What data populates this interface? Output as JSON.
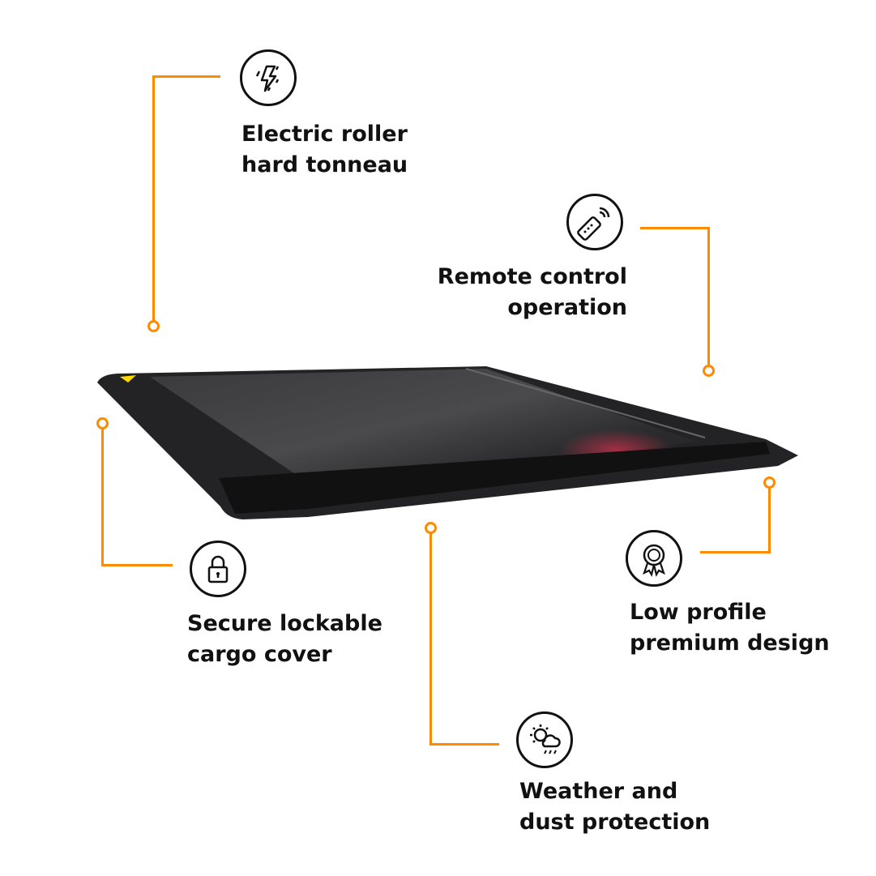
{
  "accent_color": "#FF8A00",
  "features": [
    {
      "icon": "lightning-icon",
      "line1": "Electric roller",
      "line2": "hard tonneau"
    },
    {
      "icon": "remote-control-icon",
      "line1": "Remote control",
      "line2": "operation"
    },
    {
      "icon": "padlock-icon",
      "line1": "Secure lockable",
      "line2": "cargo cover"
    },
    {
      "icon": "award-ribbon-icon",
      "line1": "Low profile",
      "line2": "premium design"
    },
    {
      "icon": "weather-icon",
      "line1": "Weather and",
      "line2": "dust protection"
    }
  ]
}
